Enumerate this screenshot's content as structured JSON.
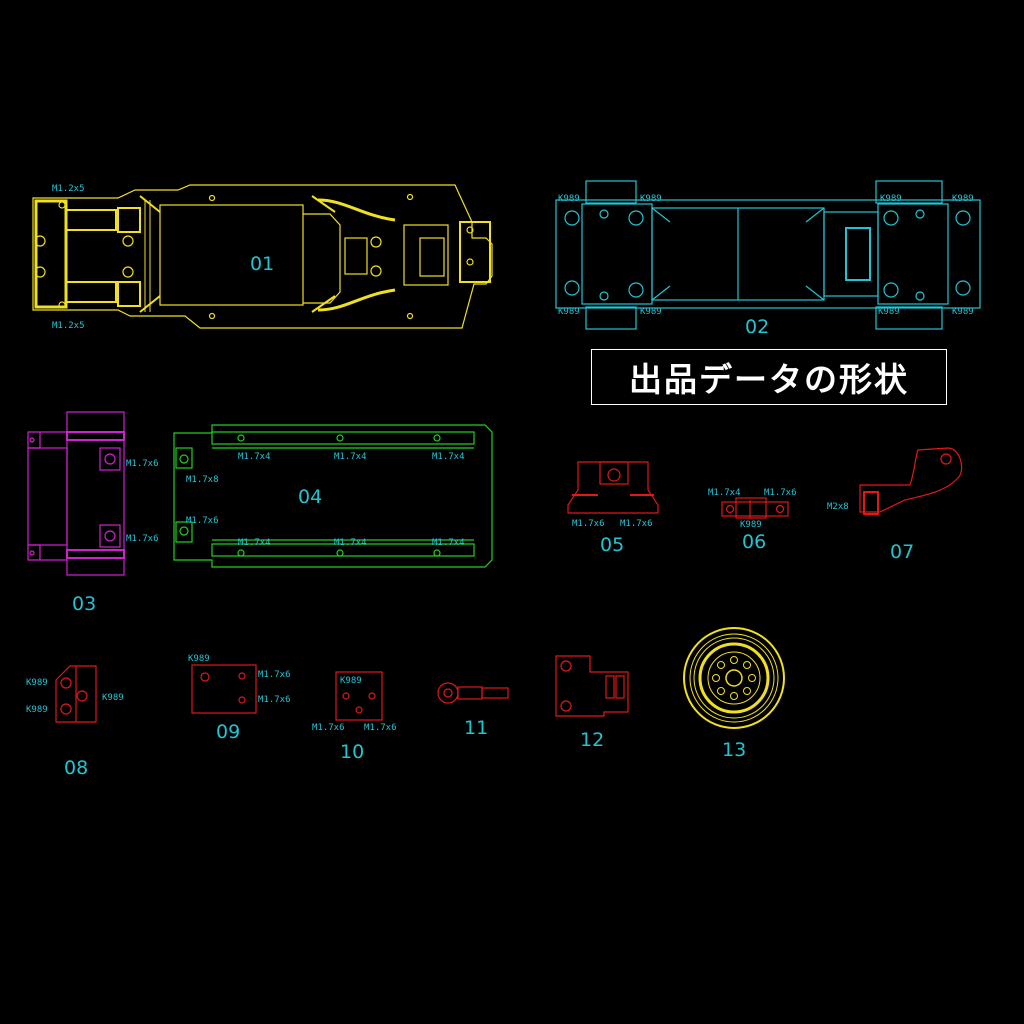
{
  "title": "出品データの形状",
  "colors": {
    "background": "#000000",
    "yellow": "#f0e020",
    "cyan": "#22c4d4",
    "magenta": "#d020d0",
    "green": "#22d022",
    "red": "#e01818",
    "white": "#ffffff"
  },
  "parts": [
    {
      "id": "01",
      "labels": [
        "M1.2x5",
        "M1.2x5"
      ]
    },
    {
      "id": "02",
      "labels": [
        "K989",
        "K989",
        "K989",
        "K989",
        "K989",
        "K989",
        "K989",
        "K989"
      ]
    },
    {
      "id": "03",
      "labels": [
        "M1.7x6",
        "M1.7x6"
      ]
    },
    {
      "id": "04",
      "labels": [
        "M1.7x8",
        "M1.7x6",
        "M1.7x4",
        "M1.7x4",
        "M1.7x4",
        "M1.7x4",
        "M1.7x4",
        "M1.7x4"
      ]
    },
    {
      "id": "05",
      "labels": [
        "M1.7x6",
        "M1.7x6"
      ]
    },
    {
      "id": "06",
      "labels": [
        "M1.7x4",
        "M1.7x6",
        "K989"
      ]
    },
    {
      "id": "07",
      "labels": [
        "M2x8"
      ]
    },
    {
      "id": "08",
      "labels": [
        "K989",
        "K989",
        "K989"
      ]
    },
    {
      "id": "09",
      "labels": [
        "K989",
        "M1.7x6",
        "M1.7x6"
      ]
    },
    {
      "id": "10",
      "labels": [
        "K989",
        "M1.7x6",
        "M1.7x6"
      ]
    },
    {
      "id": "11",
      "labels": []
    },
    {
      "id": "12",
      "labels": []
    },
    {
      "id": "13",
      "labels": []
    }
  ]
}
